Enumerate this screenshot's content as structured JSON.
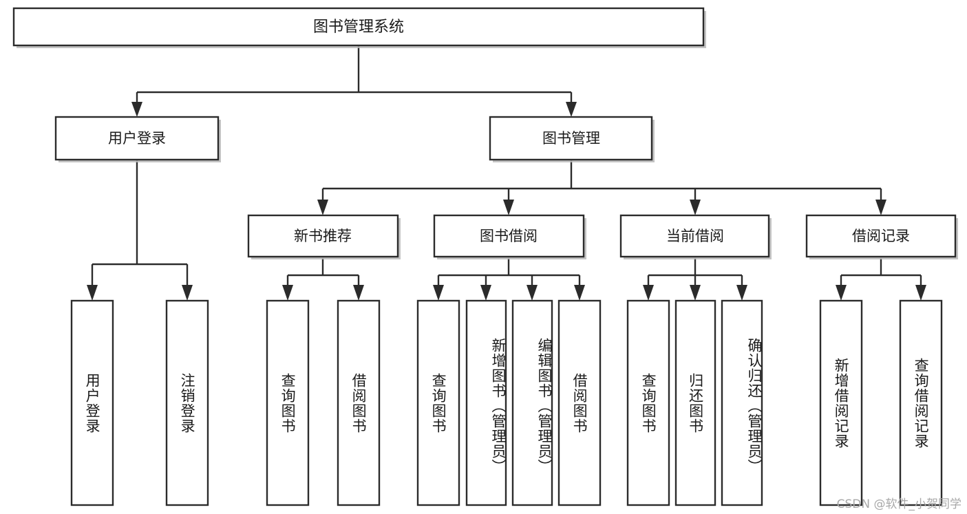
{
  "diagram": {
    "type": "tree",
    "title": "图书管理系统",
    "orientation": "top-down",
    "colors": {
      "box_fill": "#ffffff",
      "box_stroke": "#2b2b2b",
      "connector": "#2b2b2b",
      "text": "#1a1a1a",
      "watermark": "#a8a8a8"
    },
    "root": {
      "id": "root",
      "label": "图书管理系统"
    },
    "level2": [
      {
        "id": "user-login",
        "label": "用户登录"
      },
      {
        "id": "book-manage",
        "label": "图书管理"
      }
    ],
    "level3": [
      {
        "id": "new-book-rec",
        "label": "新书推荐",
        "parent": "book-manage"
      },
      {
        "id": "book-borrow",
        "label": "图书借阅",
        "parent": "book-manage"
      },
      {
        "id": "current-borrow",
        "label": "当前借阅",
        "parent": "book-manage"
      },
      {
        "id": "borrow-record",
        "label": "借阅记录",
        "parent": "book-manage"
      }
    ],
    "leaves": [
      {
        "id": "leaf-user-login",
        "label": "用户登录",
        "parent": "user-login"
      },
      {
        "id": "leaf-logout",
        "label": "注销登录",
        "parent": "user-login"
      },
      {
        "id": "leaf-query-book-1",
        "label": "查询图书",
        "parent": "new-book-rec"
      },
      {
        "id": "leaf-borrow-book-1",
        "label": "借阅图书",
        "parent": "new-book-rec"
      },
      {
        "id": "leaf-query-book-2",
        "label": "查询图书",
        "parent": "book-borrow"
      },
      {
        "id": "leaf-add-book",
        "label": "新增图书（管理员）",
        "parent": "book-borrow"
      },
      {
        "id": "leaf-edit-book",
        "label": "编辑图书（管理员）",
        "parent": "book-borrow"
      },
      {
        "id": "leaf-borrow-book-2",
        "label": "借阅图书",
        "parent": "book-borrow"
      },
      {
        "id": "leaf-query-book-3",
        "label": "查询图书",
        "parent": "current-borrow"
      },
      {
        "id": "leaf-return-book",
        "label": "归还图书",
        "parent": "current-borrow"
      },
      {
        "id": "leaf-confirm-return",
        "label": "确认归还（管理员）",
        "parent": "current-borrow"
      },
      {
        "id": "leaf-add-record",
        "label": "新增借阅记录",
        "parent": "borrow-record"
      },
      {
        "id": "leaf-query-record",
        "label": "查询借阅记录",
        "parent": "borrow-record"
      }
    ]
  },
  "watermark": {
    "text": "CSDN @软件_小贺同学"
  }
}
